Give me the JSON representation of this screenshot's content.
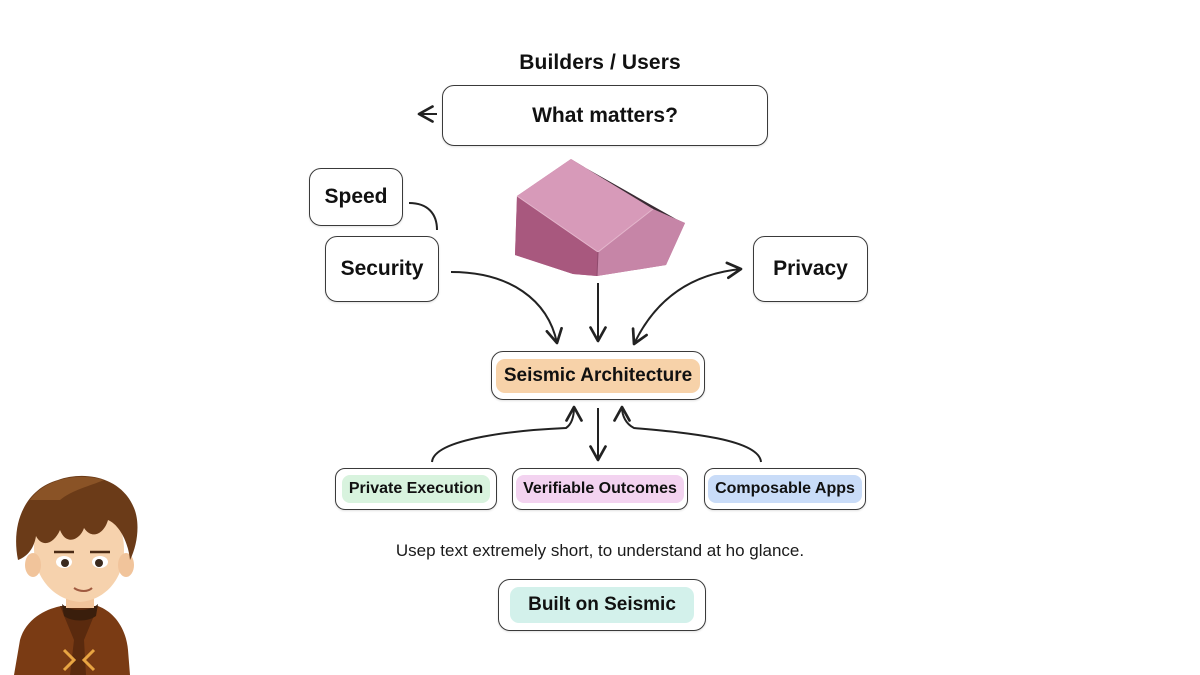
{
  "heading": "Builders / Users",
  "question": "What matters?",
  "priorities": {
    "speed": "Speed",
    "security": "Security",
    "privacy": "Privacy"
  },
  "core": "Seismic Architecture",
  "features": [
    {
      "label": "Private Execution",
      "color": "#d8f3de"
    },
    {
      "label": "Verifiable Outcomes",
      "color": "#f3d3f0"
    },
    {
      "label": "Composable Apps",
      "color": "#c9dcf8"
    }
  ],
  "note": "Usep text extremely short, to understand at ho glance.",
  "footer": "Built on Seismic",
  "colors": {
    "core_highlight": "#f7d2a9",
    "footer_highlight": "#d3f1eb",
    "gem": "#c07aa0",
    "stroke": "#222222"
  },
  "icons": [
    "back-arrow-icon",
    "gem-icon",
    "avatar"
  ]
}
